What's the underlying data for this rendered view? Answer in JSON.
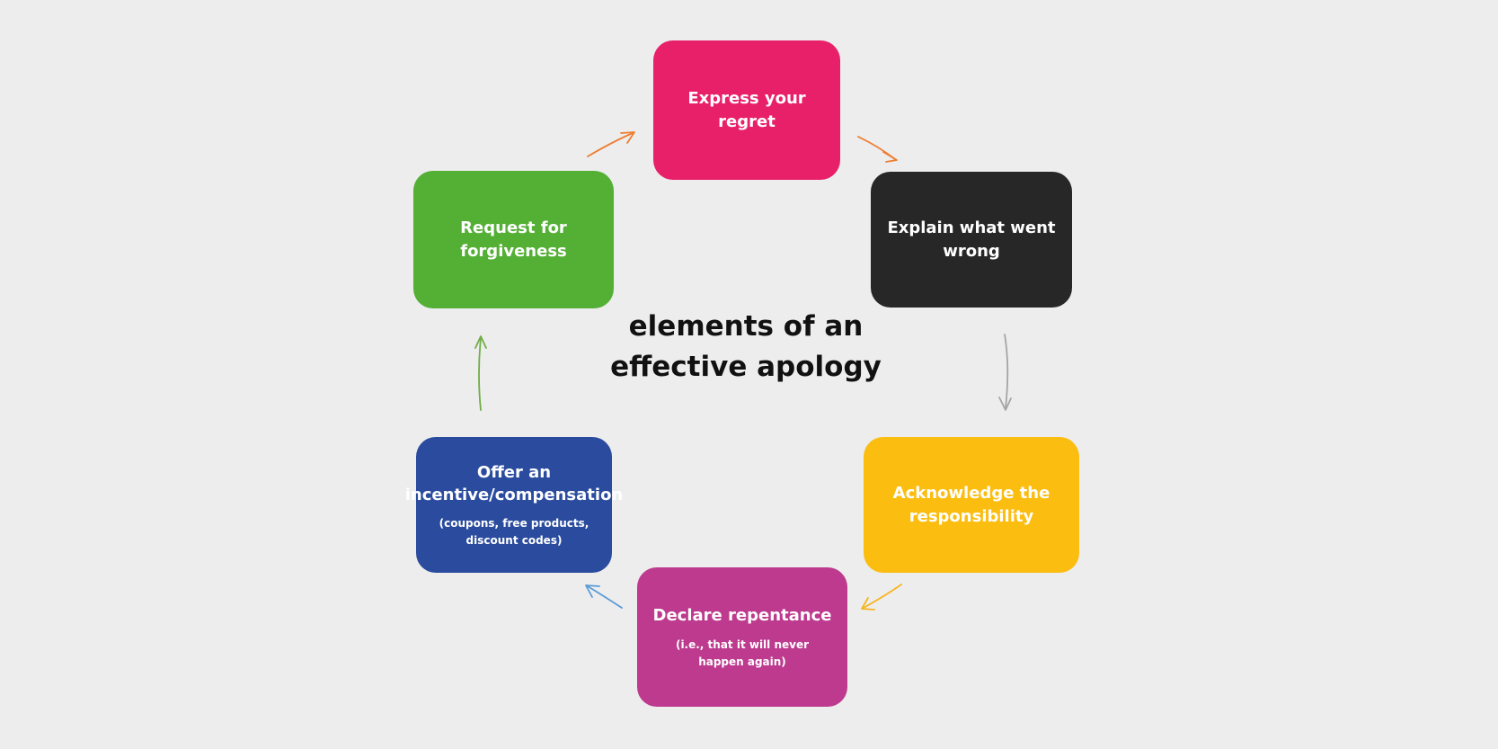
{
  "diagram": {
    "center_title": "elements of an effective apology",
    "nodes": [
      {
        "id": "1",
        "title": "Express your regret",
        "subtitle": "",
        "color": "#e8206a"
      },
      {
        "id": "2",
        "title": "Explain what went wrong",
        "subtitle": "",
        "color": "#272727"
      },
      {
        "id": "3",
        "title": "Acknowledge the responsibility",
        "subtitle": "",
        "color": "#fbbd10"
      },
      {
        "id": "4",
        "title": "Declare repentance",
        "subtitle": "(i.e., that it will never happen again)",
        "color": "#bd3a8e"
      },
      {
        "id": "5",
        "title": "Offer an incentive/compensation",
        "subtitle": "(coupons, free products, discount codes)",
        "color": "#2b4c9e"
      },
      {
        "id": "6",
        "title": "Request for forgiveness",
        "subtitle": "",
        "color": "#54af35"
      }
    ],
    "edges": [
      {
        "from": "1",
        "to": "2",
        "color": "#ee7d31"
      },
      {
        "from": "2",
        "to": "3",
        "color": "#a5a5a5"
      },
      {
        "from": "3",
        "to": "4",
        "color": "#f7b522"
      },
      {
        "from": "4",
        "to": "5",
        "color": "#5b9bd5"
      },
      {
        "from": "5",
        "to": "6",
        "color": "#70ad47"
      },
      {
        "from": "6",
        "to": "1",
        "color": "#ee7d31"
      }
    ]
  }
}
